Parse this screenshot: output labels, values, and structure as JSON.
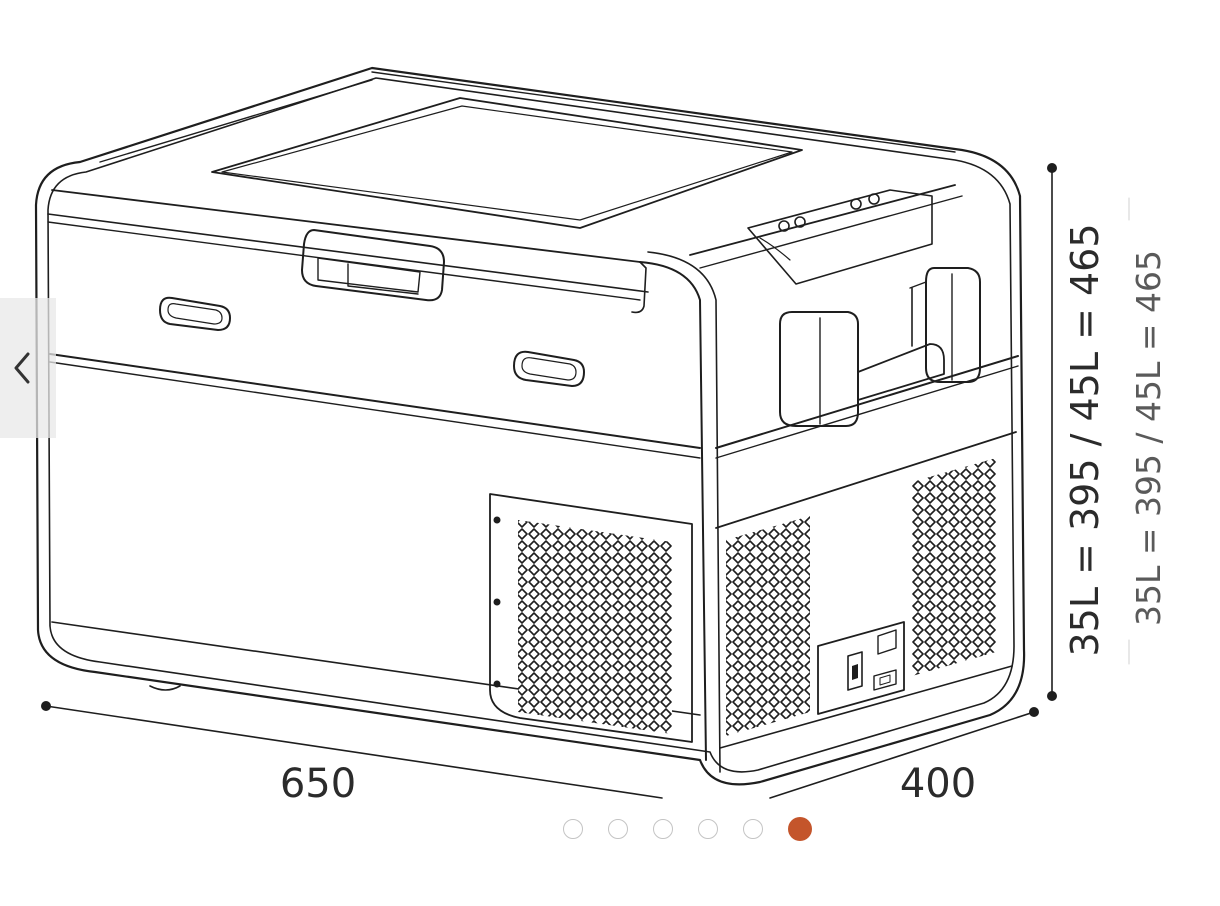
{
  "product_image": {
    "width_label": "650",
    "depth_label": "400",
    "height_label": "35L = 395 / 45L = 465",
    "height_label_repeat": "35L = 395 / 45L = 465"
  },
  "carousel": {
    "previous_icon": "chevron-left-icon",
    "slide_count": 6,
    "active_index": 5,
    "active_color": "#c4552b",
    "inactive_border_color": "#c4c4c4"
  }
}
